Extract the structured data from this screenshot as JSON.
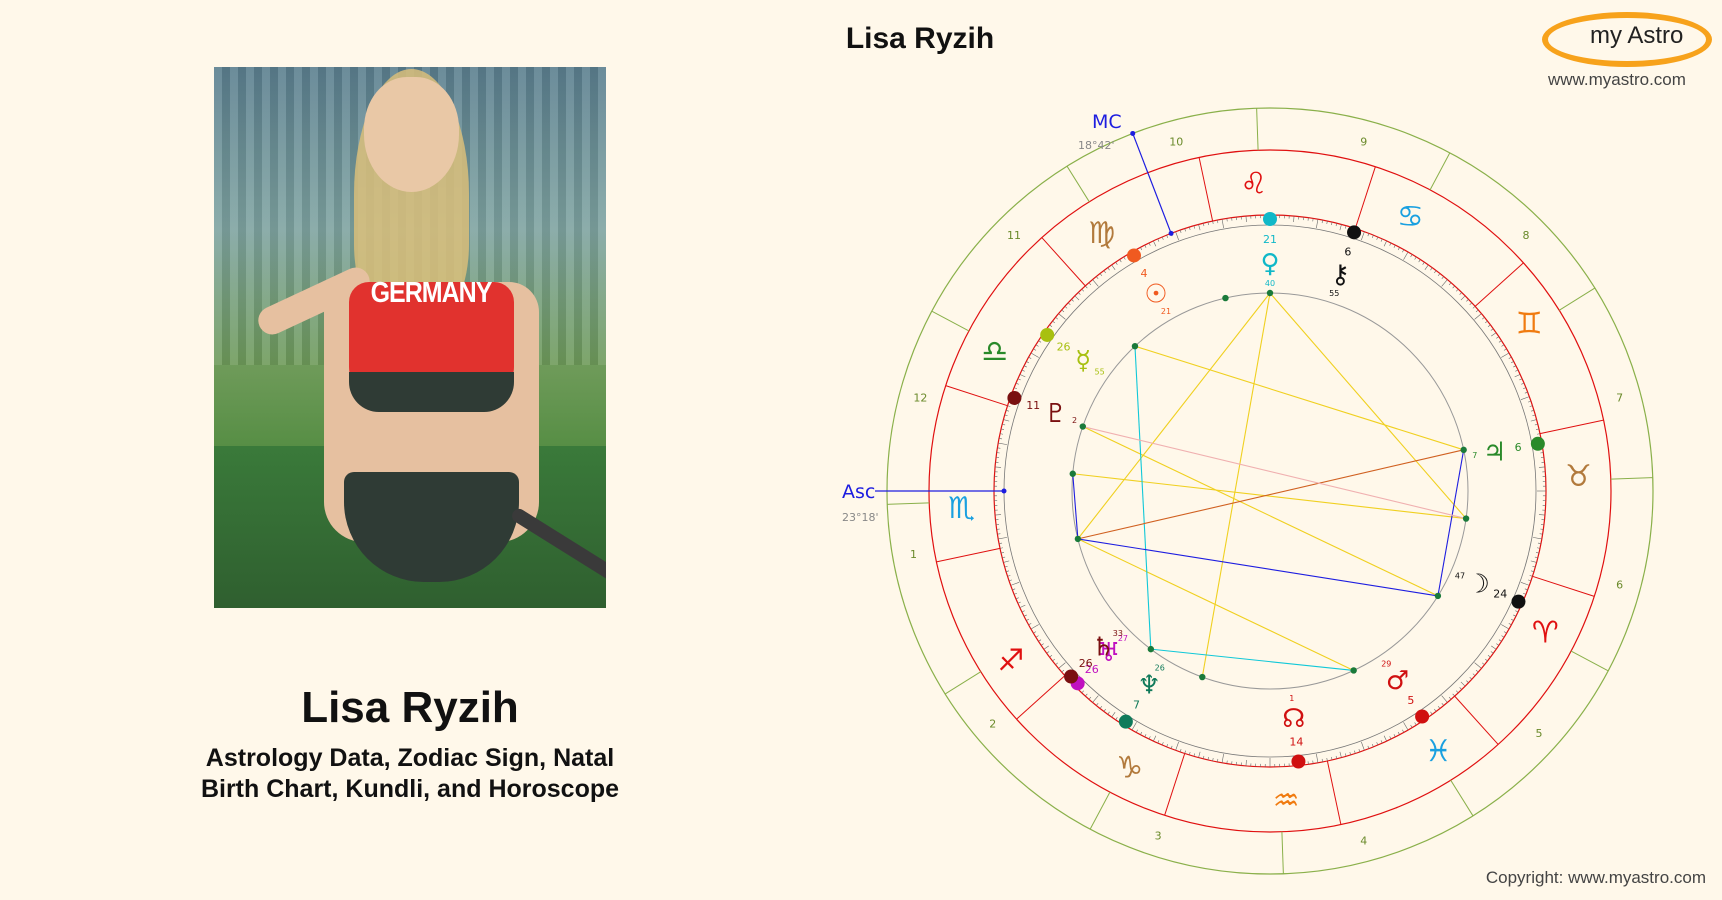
{
  "header": {
    "chart_title": "Lisa Ryzih"
  },
  "logo": {
    "text": "my Astro",
    "url": "www.myastro.com"
  },
  "profile": {
    "photo_text": "GERMANY",
    "name": "Lisa Ryzih",
    "subtitle_line1": "Astrology Data, Zodiac Sign, Natal",
    "subtitle_line2": "Birth Chart, Kundli, and Horoscope"
  },
  "footer": {
    "copyright": "Copyright: www.myastro.com"
  },
  "wheel": {
    "angles": [
      {
        "label": "MC",
        "degree_text": "18°42'",
        "color": "#1d1de0"
      },
      {
        "label": "Asc",
        "degree_text": "23°18'",
        "color": "#1d1de0"
      }
    ],
    "house_numbers": [
      "1",
      "2",
      "3",
      "4",
      "5",
      "6",
      "7",
      "8",
      "9",
      "10",
      "11",
      "12"
    ],
    "signs": [
      {
        "glyph": "♈",
        "name": "aries-sign",
        "color": "#e01010"
      },
      {
        "glyph": "♉",
        "name": "taurus-sign",
        "color": "#b27a3c"
      },
      {
        "glyph": "♊",
        "name": "gemini-sign",
        "color": "#f07b10"
      },
      {
        "glyph": "♋",
        "name": "cancer-sign",
        "color": "#1aa0e0"
      },
      {
        "glyph": "♌",
        "name": "leo-sign",
        "color": "#e01010"
      },
      {
        "glyph": "♍",
        "name": "virgo-sign",
        "color": "#b27a3c"
      },
      {
        "glyph": "♎",
        "name": "libra-sign",
        "color": "#2a8a2a"
      },
      {
        "glyph": "♏",
        "name": "scorpio-sign",
        "color": "#1aa0e0"
      },
      {
        "glyph": "♐",
        "name": "sagittarius-sign",
        "color": "#e01010"
      },
      {
        "glyph": "♑",
        "name": "capricorn-sign",
        "color": "#b27a3c"
      },
      {
        "glyph": "♒",
        "name": "aquarius-sign",
        "color": "#f07b10"
      },
      {
        "glyph": "♓",
        "name": "pisces-sign",
        "color": "#1aa0e0"
      }
    ],
    "planets": [
      {
        "name": "venus",
        "glyph": "♀",
        "degree": "21",
        "minute": "40",
        "color": "#10b8c8"
      },
      {
        "name": "sun",
        "glyph": "☉",
        "degree": "4",
        "minute": "21",
        "color": "#f05a20"
      },
      {
        "name": "mercury",
        "glyph": "☿",
        "degree": "26",
        "minute": "55",
        "color": "#a8c010"
      },
      {
        "name": "pluto",
        "glyph": "♇",
        "degree": "11",
        "minute": "2",
        "color": "#7a1010"
      },
      {
        "name": "chiron",
        "glyph": "⚷",
        "degree": "6",
        "minute": "55",
        "color": "#111111"
      },
      {
        "name": "jupiter",
        "glyph": "♃",
        "degree": "6",
        "minute": "7",
        "color": "#2a8a2a"
      },
      {
        "name": "moon",
        "glyph": "☽",
        "degree": "24",
        "minute": "47",
        "color": "#111111"
      },
      {
        "name": "mars",
        "glyph": "♂",
        "degree": "5",
        "minute": "29",
        "color": "#d01010"
      },
      {
        "name": "node",
        "glyph": "☊",
        "degree": "14",
        "minute": "1",
        "color": "#d01010"
      },
      {
        "name": "neptune",
        "glyph": "♆",
        "degree": "7",
        "minute": "26",
        "color": "#107a5a"
      },
      {
        "name": "uranus",
        "glyph": "♅",
        "degree": "26",
        "minute": "27",
        "color": "#c010c0"
      },
      {
        "name": "saturn",
        "glyph": "♄",
        "degree": "26",
        "minute": "33",
        "color": "#7a1010"
      }
    ]
  }
}
